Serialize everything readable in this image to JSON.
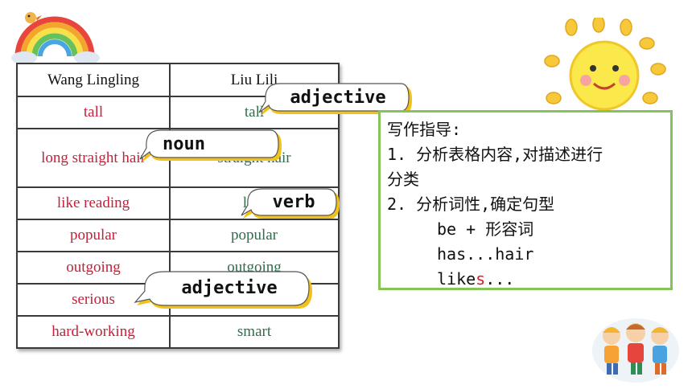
{
  "table": {
    "headers": [
      "Wang Lingling",
      "Liu Lili"
    ],
    "rows": [
      [
        "tall",
        "tall"
      ],
      [
        "long straight hair",
        "straight hair"
      ],
      [
        "like reading",
        "like"
      ],
      [
        "popular",
        "popular"
      ],
      [
        "outgoing",
        "outgoing"
      ],
      [
        "serious",
        ""
      ],
      [
        "hard-working",
        "smart"
      ]
    ]
  },
  "bubbles": {
    "b1": "adjective",
    "b2": "noun",
    "b3": "verb",
    "b4": "adjective"
  },
  "guide": {
    "title": "写作指导:",
    "point1_a": "1. 分析表格内容,对描述进行",
    "point1_b": "分类",
    "point2": "2. 分析词性,确定句型",
    "pattern1": "be + 形容词",
    "pattern2": "has...hair",
    "pattern3_pre": "like",
    "pattern3_s": "s",
    "pattern3_post": "..."
  },
  "colors": {
    "wang_text": "#c8203a",
    "liu_text": "#2e6e4a",
    "guide_border": "#86c45a",
    "bubble_shadow": "#f2c21b"
  }
}
